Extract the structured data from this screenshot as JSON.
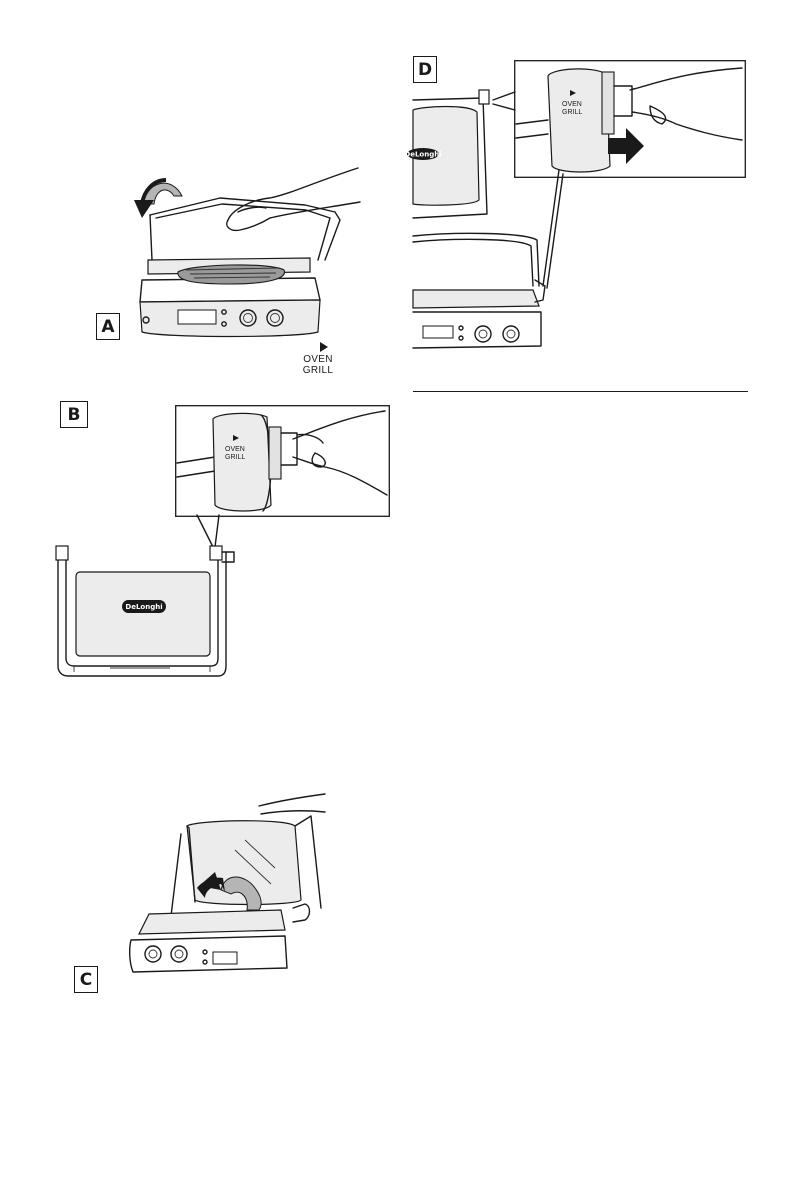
{
  "labels": {
    "a": "A",
    "b": "B",
    "c": "C",
    "d": "D"
  },
  "selector": {
    "oven_line": "OVEN",
    "grill_line": "GRILL"
  },
  "brand": {
    "logo": "DeLonghi"
  }
}
